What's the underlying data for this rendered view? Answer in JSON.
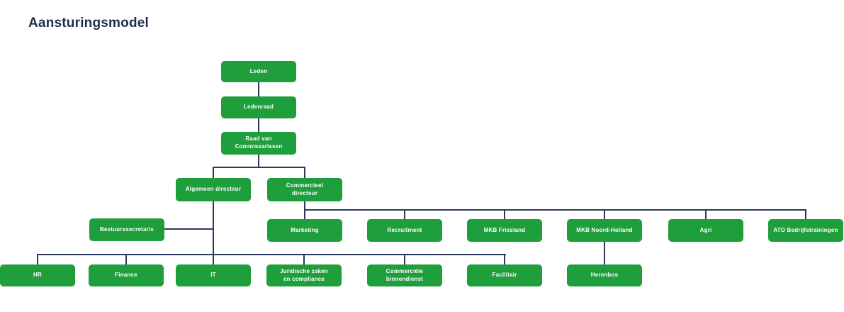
{
  "title": "Aansturingsmodel",
  "colors": {
    "node_green": "#1f9e3c",
    "connector_navy": "#2b3a5c",
    "title_navy": "#1c2d52",
    "node_text": "#ffffff",
    "background": "#ffffff"
  },
  "org_chart": {
    "nodes": {
      "leden": "Leden",
      "ledenraad": "Ledenraad",
      "raad_van_commissarissen": "Raad van Commissarissen",
      "algemeen_directeur": "Algemeen directeur",
      "commercieel_directeur": "Commercieel directeur",
      "bestuurssecretaris": "Bestuurssecretaris",
      "marketing": "Marketing",
      "recruitment": "Recruitment",
      "mkb_friesland": "MKB Friesland",
      "mkb_noord_holland": "MKB Noord-Holland",
      "agri": "Agri",
      "ato_bedrijfstrainingen": "ATO Bedrijfstrainingen",
      "hr": "HR",
      "finance": "Finance",
      "it": "IT",
      "juridische_zaken_en_compliance": "Juridische zaken en compliance",
      "commerciele_binnendienst": "Commerciële binnendienst",
      "facilitair": "Facilitair",
      "herenbos": "Herenbos"
    },
    "edges": [
      [
        "leden",
        "ledenraad"
      ],
      [
        "ledenraad",
        "raad_van_commissarissen"
      ],
      [
        "raad_van_commissarissen",
        "algemeen_directeur"
      ],
      [
        "raad_van_commissarissen",
        "commercieel_directeur"
      ],
      [
        "algemeen_directeur",
        "bestuurssecretaris"
      ],
      [
        "algemeen_directeur",
        "hr"
      ],
      [
        "algemeen_directeur",
        "finance"
      ],
      [
        "algemeen_directeur",
        "it"
      ],
      [
        "algemeen_directeur",
        "juridische_zaken_en_compliance"
      ],
      [
        "algemeen_directeur",
        "commerciele_binnendienst"
      ],
      [
        "algemeen_directeur",
        "facilitair"
      ],
      [
        "commercieel_directeur",
        "marketing"
      ],
      [
        "commercieel_directeur",
        "recruitment"
      ],
      [
        "commercieel_directeur",
        "mkb_friesland"
      ],
      [
        "commercieel_directeur",
        "mkb_noord_holland"
      ],
      [
        "commercieel_directeur",
        "agri"
      ],
      [
        "commercieel_directeur",
        "ato_bedrijfstrainingen"
      ],
      [
        "mkb_noord_holland",
        "herenbos"
      ]
    ]
  }
}
